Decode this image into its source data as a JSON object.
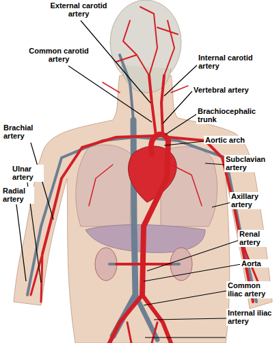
{
  "diagram": {
    "labels": [
      "External carotid artery",
      "Common carotid artery",
      "Internal carotid artery",
      "Vertebral artery",
      "Brachiocephalic trunk",
      "Aortic arch",
      "Subclavian artery",
      "Brachial artery",
      "Ulnar artery",
      "Radial artery",
      "Axillary artery",
      "Renal artery",
      "Aorta",
      "Common iliac artery",
      "Internal iliac artery"
    ]
  }
}
